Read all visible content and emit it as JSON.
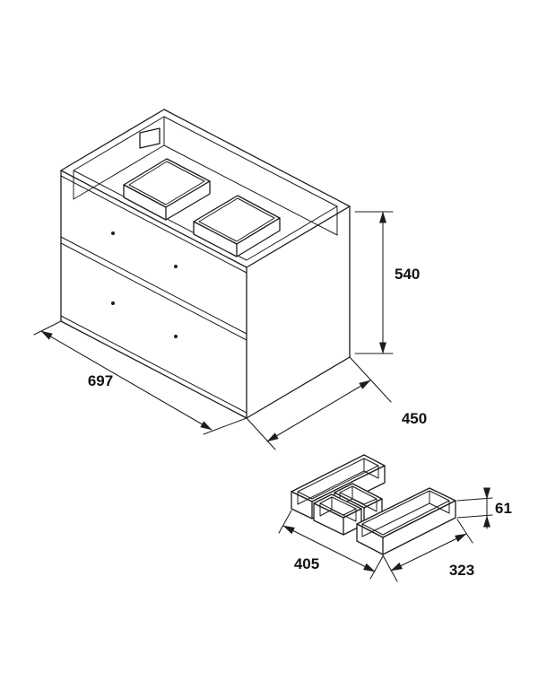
{
  "dimensions": {
    "cabinet_width": "697",
    "cabinet_depth": "450",
    "cabinet_height": "540",
    "organizer_width": "405",
    "organizer_depth": "323",
    "organizer_height": "61"
  },
  "style": {
    "line_color": "#1c1c1c",
    "label_color": "#111111",
    "background": "#ffffff"
  }
}
